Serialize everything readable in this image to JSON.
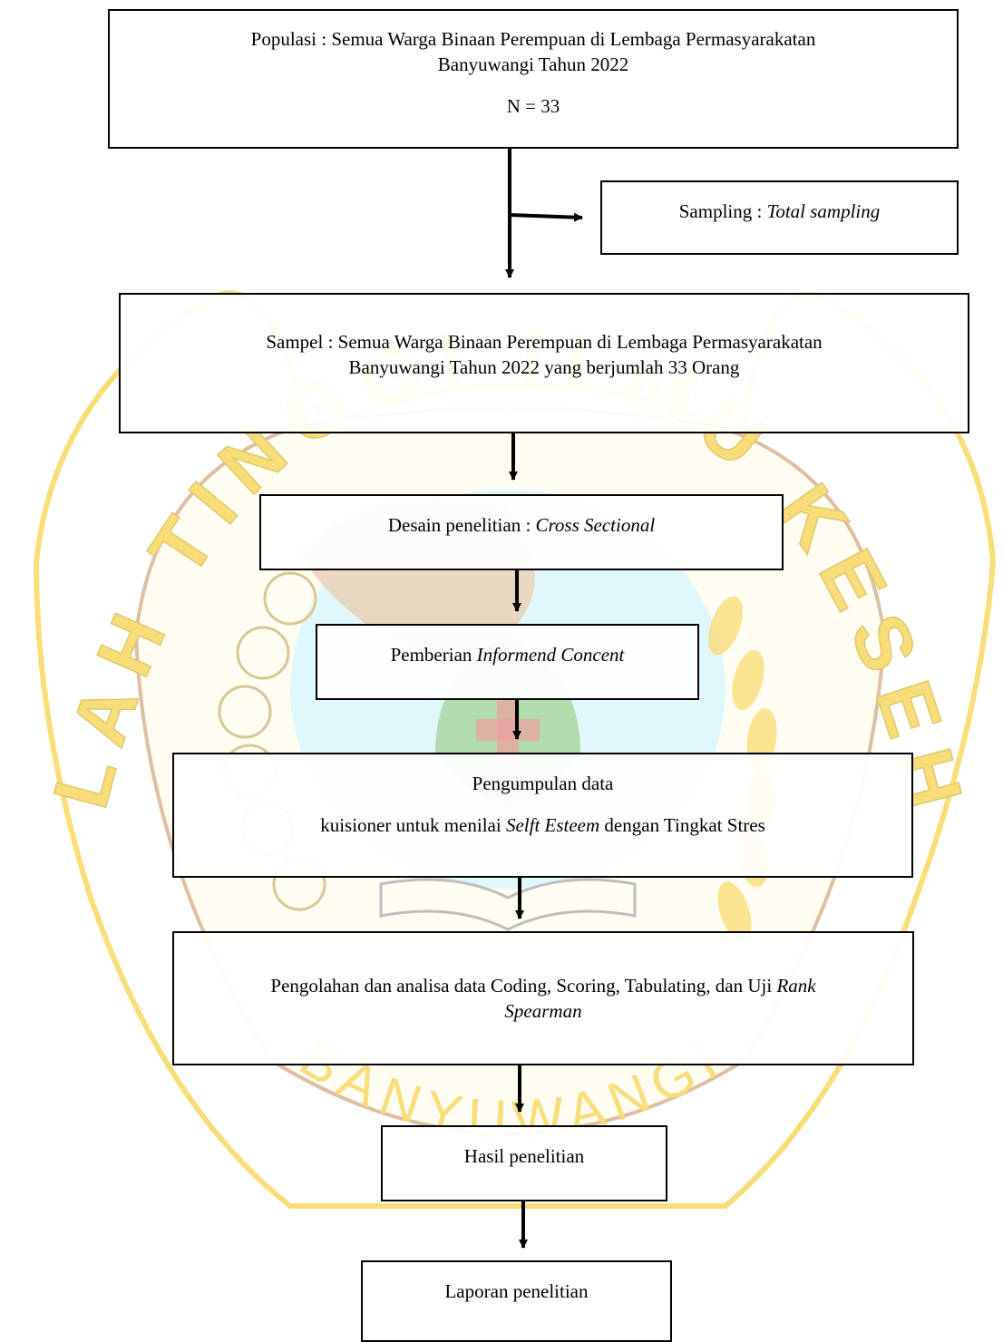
{
  "watermark": {
    "top_text": "SEKOLAH TINGGI ILMU KESEHATAN",
    "bottom_text": "BANYUWANGI",
    "gold": "#f4c20d",
    "brown": "#c58a57",
    "light_blue": "#c8f4fb",
    "green": "#62b24f"
  },
  "nodes": {
    "populasi": {
      "line1": "Populasi  : Semua Warga Binaan Perempuan di Lembaga Permasyarakatan",
      "line2": "Banyuwangi Tahun 2022",
      "line3": "N = 33"
    },
    "sampling": {
      "prefix": "Sampling : ",
      "italic": "Total sampling"
    },
    "sampel": {
      "line1": "Sampel  : Semua Warga Binaan Perempuan di Lembaga Permasyarakatan",
      "line2": "Banyuwangi Tahun 2022 yang berjumlah 33 Orang"
    },
    "desain": {
      "prefix": "Desain penelitian : ",
      "italic": "Cross Sectional"
    },
    "informed": {
      "prefix": "Pemberian ",
      "italic": "Informend Concent"
    },
    "pengumpulan": {
      "line1": "Pengumpulan data",
      "line2_prefix": "kuisioner untuk menilai ",
      "line2_italic": "Selft Esteem",
      "line2_suffix": " dengan Tingkat Stres"
    },
    "pengolahan": {
      "line1_prefix": "Pengolahan dan analisa data Coding, Scoring, Tabulating, dan Uji ",
      "line1_italic": "Rank",
      "line2_italic": "Spearman"
    },
    "hasil": {
      "text": "Hasil penelitian"
    },
    "laporan": {
      "text": "Laporan penelitian"
    }
  }
}
